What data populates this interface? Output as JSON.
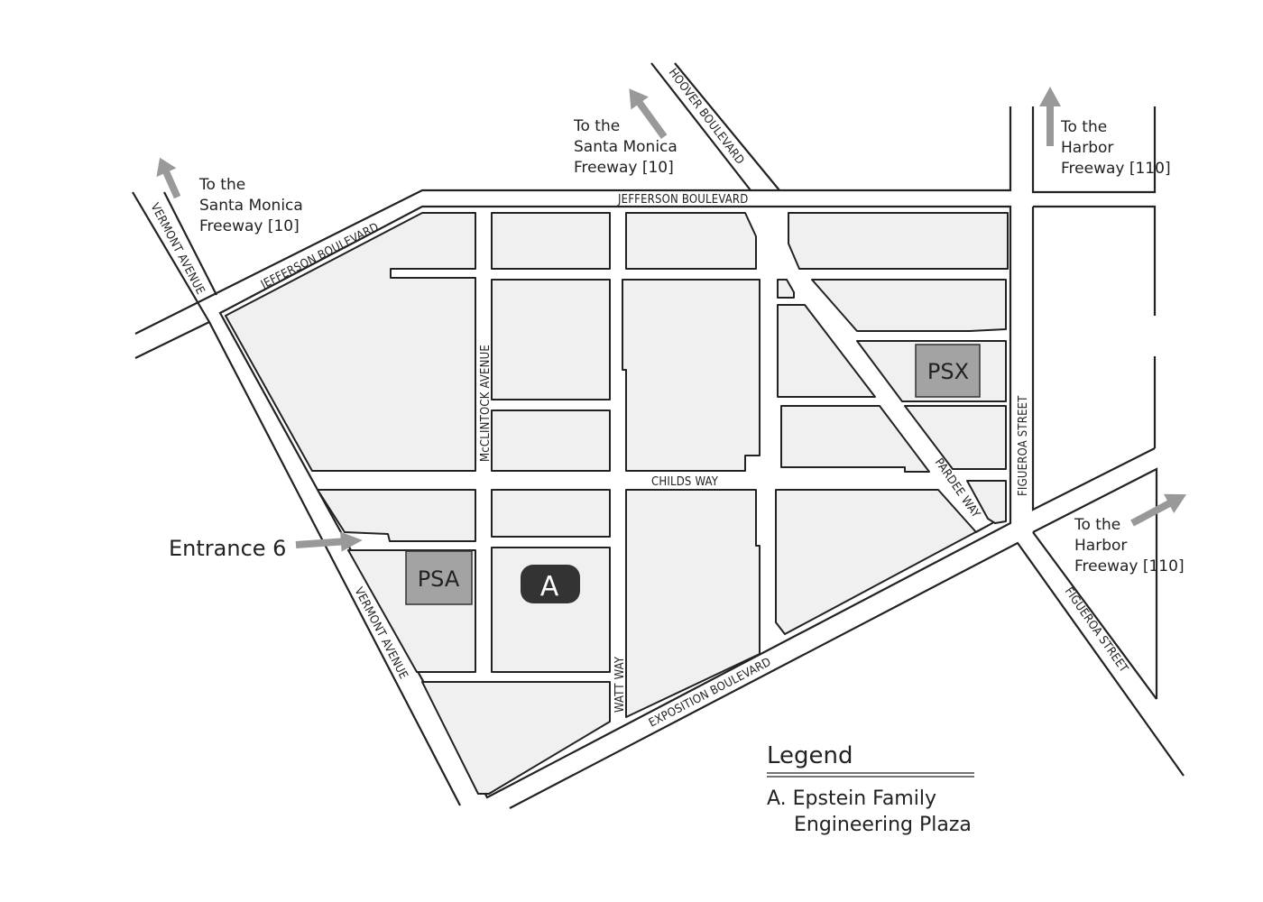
{
  "streets": {
    "jefferson_west": "JEFFERSON BOULEVARD",
    "jefferson_north": "JEFFERSON BOULEVARD",
    "hoover": "HOOVER BOULEVARD",
    "vermont_north": "VERMONT AVENUE",
    "vermont_south": "VERMONT AVENUE",
    "mcclintock": "McCLINTOCK AVENUE",
    "childs": "CHILDS WAY",
    "watt": "WATT WAY",
    "exposition": "EXPOSITION BOULEVARD",
    "pardee": "PARDEE WAY",
    "figueroa_vertical": "FIGUEROA STREET",
    "figueroa_diagonal": "FIGUEROA STREET"
  },
  "destinations": {
    "santa_monica_west": [
      "To the",
      "Santa Monica",
      "Freeway [10]"
    ],
    "santa_monica_north": [
      "To the",
      "Santa Monica",
      "Freeway [10]"
    ],
    "harbor_north": [
      "To the",
      "Harbor",
      "Freeway [110]"
    ],
    "harbor_east": [
      "To the",
      "Harbor",
      "Freeway [110]"
    ]
  },
  "parking": {
    "psa": "PSA",
    "psx": "PSX"
  },
  "marker": {
    "letter": "A"
  },
  "entrance": {
    "label": "Entrance 6"
  },
  "legend": {
    "title": "Legend",
    "item_line1": "A. Epstein Family",
    "item_line2": "Engineering Plaza"
  },
  "colors": {
    "block_fill": "#f0f0f0",
    "lot_fill": "#a3a3a3",
    "marker_fill": "#333333",
    "arrow_fill": "#999999"
  }
}
